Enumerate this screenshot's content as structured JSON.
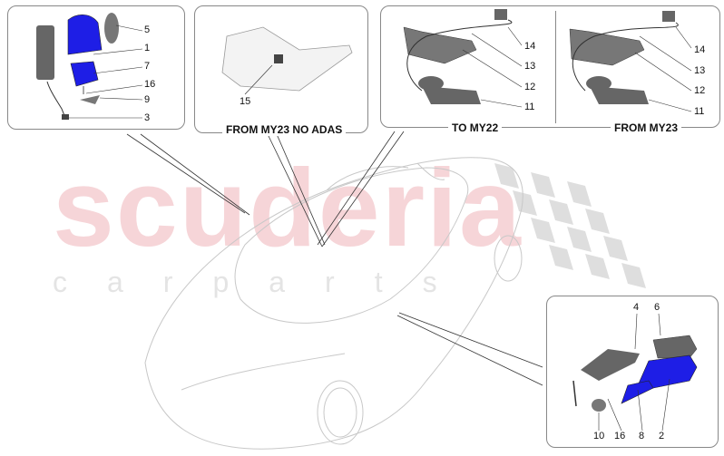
{
  "watermark": {
    "brand": "scuderia",
    "sub": "carparts"
  },
  "panels": [
    {
      "id": "mirror-left",
      "labels": [
        "5",
        "1",
        "7",
        "16",
        "9",
        "3"
      ]
    },
    {
      "id": "camera-no-adas",
      "caption": "FROM MY23 NO ADAS",
      "labels": [
        "15"
      ]
    },
    {
      "id": "interior-mirror-to-my22",
      "caption": "TO MY22",
      "labels": [
        "14",
        "13",
        "12",
        "11"
      ]
    },
    {
      "id": "interior-mirror-from-my23",
      "caption": "FROM MY23",
      "labels": [
        "14",
        "13",
        "12",
        "11"
      ]
    },
    {
      "id": "mirror-right",
      "labels": [
        "4",
        "6",
        "10",
        "16",
        "8",
        "2"
      ]
    }
  ],
  "colors": {
    "highlight": "#1e1ee6",
    "outline": "#888888",
    "watermark": "#f6d5d8"
  }
}
